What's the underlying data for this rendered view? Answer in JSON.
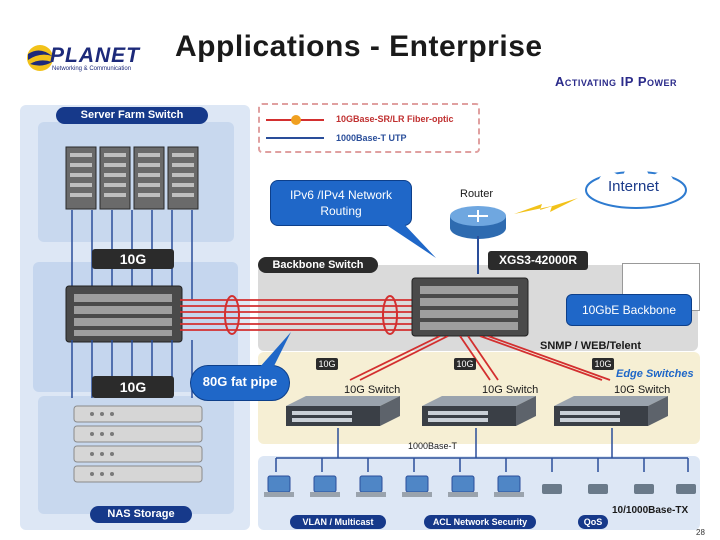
{
  "header": {
    "title": "Applications - Enterprise",
    "logo_name": "PLANET",
    "logo_sub": "Networking & Communication",
    "tagline": "Activating IP Power"
  },
  "legend": {
    "fiber_label": "10GBase-SR/LR Fiber-optic",
    "utp_label": "1000Base-T UTP",
    "fiber_color": "#d32f2f",
    "utp_color": "#2a4e9a"
  },
  "left_panel": {
    "server_farm_label": "Server Farm Switch",
    "nas_label": "NAS Storage",
    "link_top": "10G",
    "link_bottom": "10G",
    "fat_pipe": "80G fat pipe"
  },
  "backbone": {
    "routing_callout": "IPv6 /IPv4 Network Routing",
    "router_label": "Router",
    "internet_label": "Internet",
    "backbone_switch_label": "Backbone Switch",
    "model": "XGS3-42000R",
    "backbone_callout": "10GbE Backbone",
    "management": "SNMP / WEB/Telent"
  },
  "edge": {
    "title": "Edge Switches",
    "switches": [
      {
        "uplink": "10G",
        "label": "10G Switch"
      },
      {
        "uplink": "10G",
        "label": "10G Switch"
      },
      {
        "uplink": "10G",
        "label": "10G Switch"
      }
    ],
    "access_label": "1000Base-T"
  },
  "bottom": {
    "vlan_label": "VLAN / Multicast",
    "acl_label": "ACL Network Security",
    "qos_label": "QoS",
    "port_label": "10/1000Base-TX"
  },
  "page_number": "28",
  "colors": {
    "brand_blue": "#16398a",
    "callout_blue": "#1f67c8",
    "fiber_red": "#d32f2f",
    "panel_blue": "#dde7f5",
    "panel_gray": "#dadada",
    "panel_cream": "#f6efd4"
  }
}
